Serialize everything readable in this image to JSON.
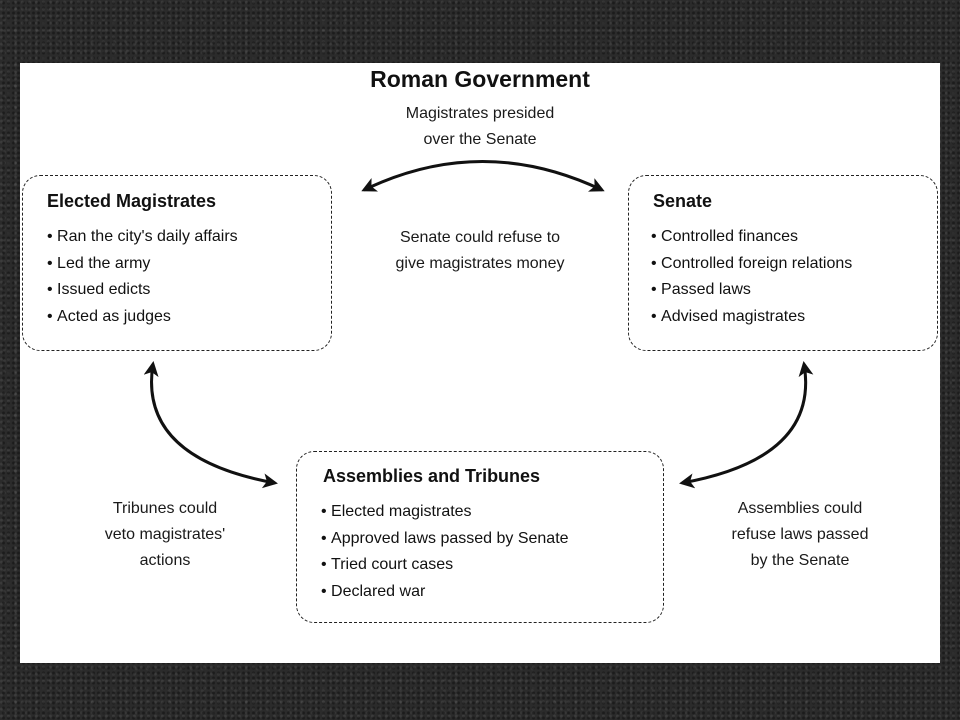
{
  "title": "Roman Government",
  "captions": {
    "top": [
      "Magistrates presided",
      "over the Senate"
    ],
    "middle": [
      "Senate could refuse to",
      "give magistrates money"
    ],
    "left": [
      "Tribunes could",
      "veto magistrates'",
      "actions"
    ],
    "right": [
      "Assemblies could",
      "refuse laws passed",
      "by the Senate"
    ]
  },
  "boxes": {
    "magistrates": {
      "title": "Elected Magistrates",
      "items": [
        "Ran the city's daily affairs",
        "Led the army",
        "Issued edicts",
        "Acted as judges"
      ]
    },
    "senate": {
      "title": "Senate",
      "items": [
        "Controlled finances",
        "Controlled foreign relations",
        "Passed laws",
        "Advised magistrates"
      ]
    },
    "assemblies": {
      "title": "Assemblies and Tribunes",
      "items": [
        "Elected magistrates",
        "Approved laws passed by Senate",
        "Tried court cases",
        "Declared war"
      ]
    }
  }
}
